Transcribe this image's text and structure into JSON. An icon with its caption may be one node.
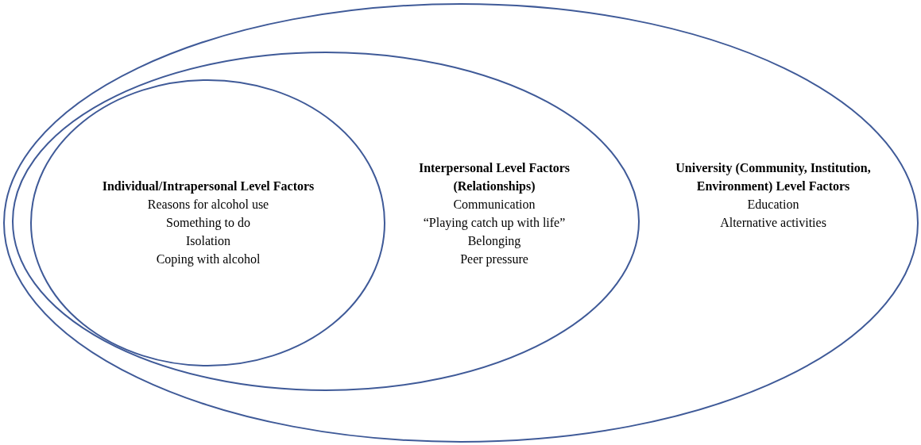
{
  "diagram": {
    "nodes": [
      {
        "text": [
          "University (Community, Institution, Environment) Level Factors",
          "Education",
          "Alternative activities"
        ]
      },
      {
        "text": [
          "Interpersonal Level Factors (Relationships)",
          "Communication",
          "“Playing catch up with life”",
          "Belonging",
          "Peer pressure"
        ],
        "in": 0
      },
      {
        "text": [
          "Individual/Intrapersonal Level Factors",
          "Reasons for alcohol use",
          "Something to do",
          "Isolation",
          "Coping with alcohol"
        ],
        "in": 1
      }
    ]
  }
}
